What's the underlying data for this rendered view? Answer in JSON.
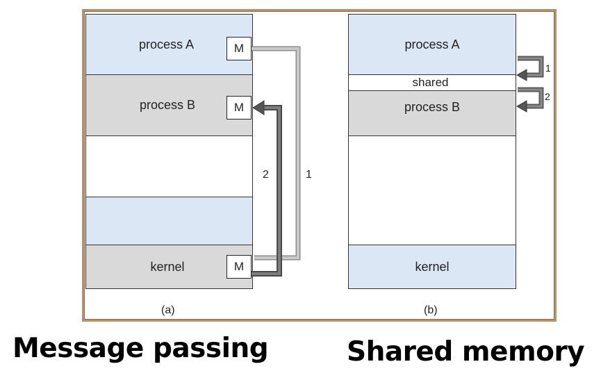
{
  "diagram_a": {
    "process_a_label": "process A",
    "process_b_label": "process B",
    "kernel_label": "kernel",
    "message_label": "M",
    "arrow_1_label": "1",
    "arrow_2_label": "2",
    "caption": "(a)"
  },
  "diagram_b": {
    "process_a_label": "process A",
    "shared_label": "shared",
    "process_b_label": "process B",
    "kernel_label": "kernel",
    "arrow_1_label": "1",
    "arrow_2_label": "2",
    "caption": "(b)"
  },
  "titles": {
    "left": "Message passing",
    "right": "Shared memory"
  },
  "colors": {
    "user_memory_blue": "#dbe7f5",
    "gray_region": "#d9d9d9",
    "frame_border": "#b8926a"
  }
}
